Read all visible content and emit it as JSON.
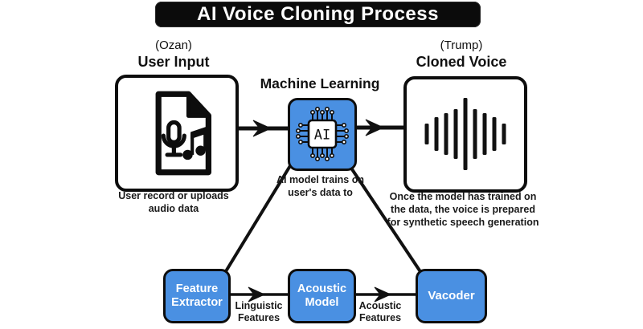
{
  "title": "AI Voice Cloning Process",
  "colors": {
    "accent_blue": "#4a90e2",
    "ink": "#111111",
    "background": "#ffffff"
  },
  "stages": {
    "user_input": {
      "annotation": "(Ozan)",
      "label": "User Input",
      "icon": "audio-file-icon",
      "caption": "User record or uploads audio data"
    },
    "machine_learning": {
      "label": "Machine Learning",
      "chip_text": "AI",
      "icon": "ai-chip-icon",
      "caption": "AI model trains on user's data to"
    },
    "cloned_voice": {
      "annotation": "(Trump)",
      "label": "Cloned Voice",
      "icon": "waveform-icon",
      "caption": "Once the model has trained on the data, the voice is prepared for synthetic speech generation"
    }
  },
  "pipeline": {
    "boxes": [
      {
        "label": "Feature Extractor"
      },
      {
        "label": "Acoustic Model"
      },
      {
        "label": "Vacoder"
      }
    ],
    "arrow_labels": [
      "Linguistic Features",
      "Acoustic Features"
    ]
  }
}
